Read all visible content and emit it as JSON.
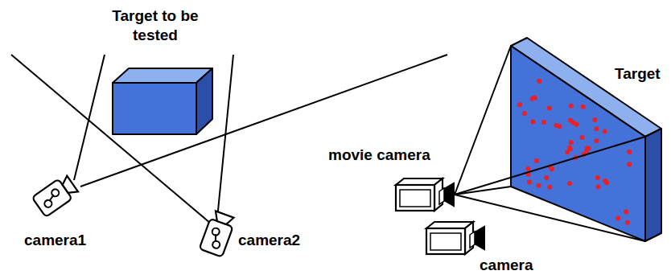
{
  "diagram": {
    "labels": [
      "Target to be tested",
      "camera1",
      "camera2",
      "Target",
      "movie camera",
      "camera"
    ]
  }
}
